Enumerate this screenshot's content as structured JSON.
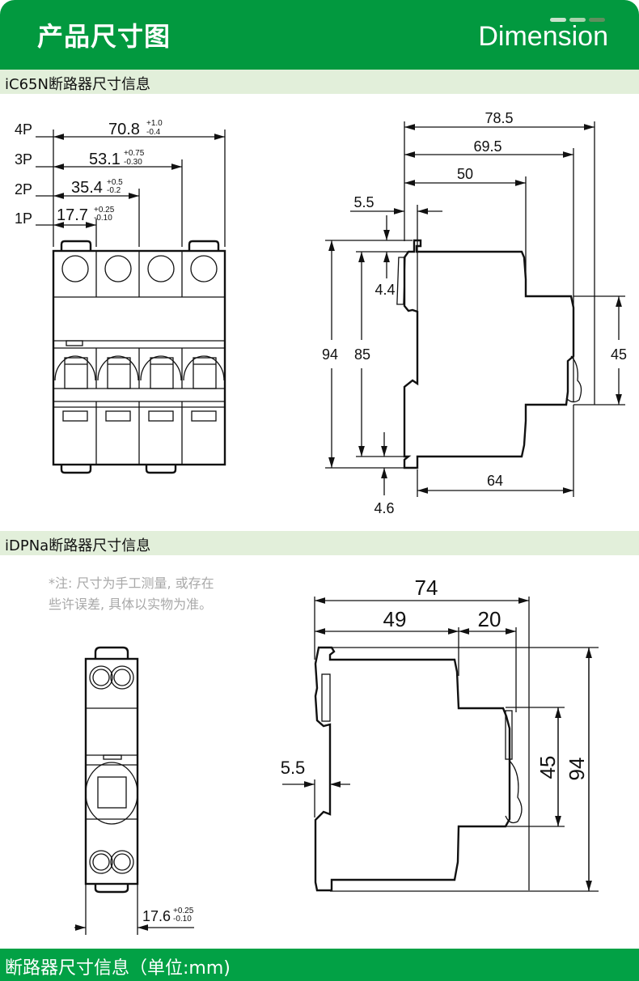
{
  "header": {
    "title": "产品尺寸图",
    "title_en": "Dimension",
    "accent_color": "#02993f",
    "dots": [
      "#c9e2cc",
      "#a9d3ad",
      "#5f8f5e"
    ]
  },
  "sections": [
    {
      "label": "iC65N断路器尺寸信息"
    },
    {
      "label": "iDPNa断路器尺寸信息"
    }
  ],
  "note": {
    "line1": "*注: 尺寸为手工测量, 或存在",
    "line2": "些许误差, 具体以实物为准。"
  },
  "ic65n": {
    "front": {
      "poles": [
        {
          "label": "4P",
          "value": "70.8",
          "tol_plus": "+1.0",
          "tol_minus": "-0.4"
        },
        {
          "label": "3P",
          "value": "53.1",
          "tol_plus": "+0.75",
          "tol_minus": "-0.30"
        },
        {
          "label": "2P",
          "value": "35.4",
          "tol_plus": "+0.5",
          "tol_minus": "-0.2"
        },
        {
          "label": "1P",
          "value": "17.7",
          "tol_plus": "+0.25",
          "tol_minus": "-0.10"
        }
      ]
    },
    "side": {
      "depth_total": "78.5",
      "depth_face": "69.5",
      "depth_shoulder": "50",
      "rail_offset": "5.5",
      "top_clip": "4.4",
      "height_total": "94",
      "height_body": "85",
      "face_height": "45",
      "bottom_clip": "4.6",
      "base_depth": "64"
    }
  },
  "idpna": {
    "front": {
      "value": "17.6",
      "tol_plus": "+0.25",
      "tol_minus": "-0.10"
    },
    "side": {
      "depth_total": "74",
      "depth_shoulder": "49",
      "depth_face": "20",
      "rail_offset": "5.5",
      "face_height": "45",
      "height_total": "94"
    }
  },
  "footer": {
    "label": "断路器尺寸信息（单位:mm)",
    "color": "#02a145"
  }
}
